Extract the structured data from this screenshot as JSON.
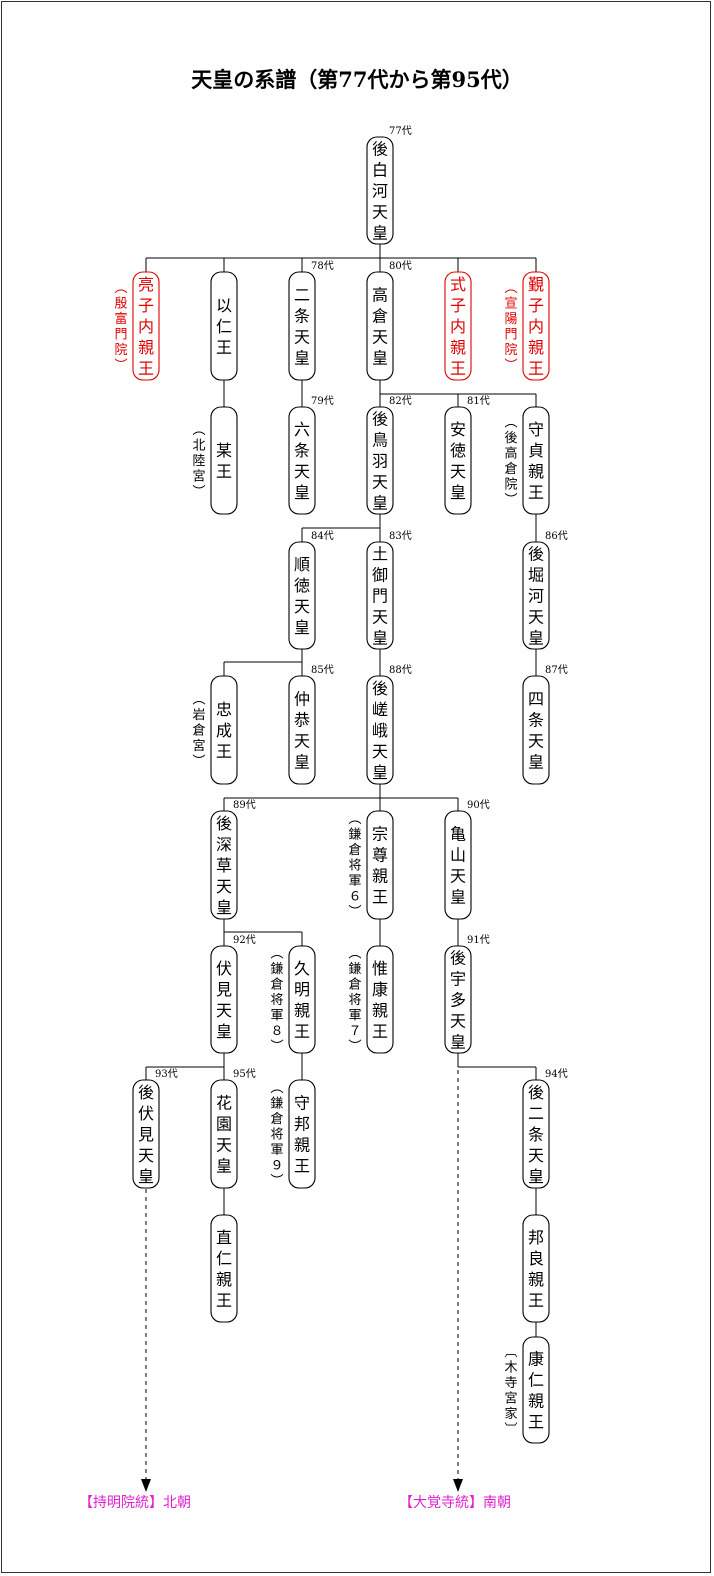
{
  "title": "天皇の系譜（第77代から第95代）",
  "colors": {
    "highlight": "#e00000",
    "lineage": "#e020d0"
  },
  "nodes": [
    {
      "id": "goshirakawa",
      "name": "後白河天皇",
      "gen": "77代"
    },
    {
      "id": "ryoshi",
      "name": "亮子内親王",
      "note": "（殷富門院）",
      "red": true
    },
    {
      "id": "mochihito",
      "name": "以仁王"
    },
    {
      "id": "nijo",
      "name": "二条天皇",
      "gen": "78代"
    },
    {
      "id": "takakura",
      "name": "高倉天皇",
      "gen": "80代"
    },
    {
      "id": "shikishi",
      "name": "式子内親王",
      "red": true
    },
    {
      "id": "kinshi",
      "name": "覲子内親王",
      "note": "（宣陽門院）",
      "red": true
    },
    {
      "id": "hokurikunomiya",
      "name": "某王",
      "note": "（北陸宮）"
    },
    {
      "id": "rokujo",
      "name": "六条天皇",
      "gen": "79代"
    },
    {
      "id": "gotoba",
      "name": "後鳥羽天皇",
      "gen": "82代"
    },
    {
      "id": "antoku",
      "name": "安徳天皇",
      "gen": "81代"
    },
    {
      "id": "morisada",
      "name": "守貞親王",
      "note": "（後高倉院）"
    },
    {
      "id": "juntoku",
      "name": "順徳天皇",
      "gen": "84代"
    },
    {
      "id": "tsuchimikado",
      "name": "土御門天皇",
      "gen": "83代"
    },
    {
      "id": "gohorikawa",
      "name": "後堀河天皇",
      "gen": "86代"
    },
    {
      "id": "tadanari",
      "name": "忠成王",
      "note": "（岩倉宮）"
    },
    {
      "id": "chukyo",
      "name": "仲恭天皇",
      "gen": "85代"
    },
    {
      "id": "gosaga",
      "name": "後嵯峨天皇",
      "gen": "88代"
    },
    {
      "id": "shijo",
      "name": "四条天皇",
      "gen": "87代"
    },
    {
      "id": "gofukakusa",
      "name": "後深草天皇",
      "gen": "89代"
    },
    {
      "id": "munetaka",
      "name": "宗尊親王",
      "note": "（鎌倉将軍６）"
    },
    {
      "id": "kameyama",
      "name": "亀山天皇",
      "gen": "90代"
    },
    {
      "id": "fushimi",
      "name": "伏見天皇",
      "gen": "92代"
    },
    {
      "id": "hisaaki",
      "name": "久明親王",
      "note": "（鎌倉将軍８）"
    },
    {
      "id": "koreyasu",
      "name": "惟康親王",
      "note": "（鎌倉将軍７）"
    },
    {
      "id": "gouda",
      "name": "後宇多天皇",
      "gen": "91代"
    },
    {
      "id": "gofushimi",
      "name": "後伏見天皇",
      "gen": "93代"
    },
    {
      "id": "hanazono",
      "name": "花園天皇",
      "gen": "95代"
    },
    {
      "id": "morikuni",
      "name": "守邦親王",
      "note": "（鎌倉将軍９）"
    },
    {
      "id": "gonijo",
      "name": "後二条天皇",
      "gen": "94代"
    },
    {
      "id": "naohito",
      "name": "直仁親王"
    },
    {
      "id": "kuniyoshi",
      "name": "邦良親王"
    },
    {
      "id": "yasuhito",
      "name": "康仁親王",
      "note": "〔木寺宮家〕"
    }
  ],
  "lineages": {
    "north": "【持明院統】北朝",
    "south": "【大覚寺統】南朝"
  }
}
